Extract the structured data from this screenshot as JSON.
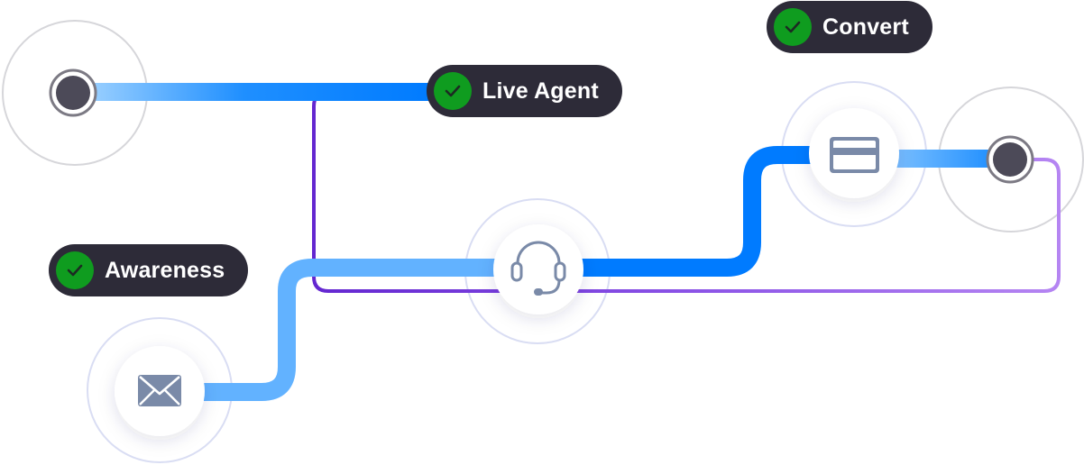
{
  "colors": {
    "background": "#ffffff",
    "badge_background": "#2d2b38",
    "badge_text": "#ffffff",
    "check_green": "#0f9c1f",
    "check_mark": "#1c2b22",
    "path_dark_blue": "#007bff",
    "path_light_blue": "#62b2ff",
    "path_purple": "#6b2bd6",
    "path_lavender": "#b07ff0",
    "endpoint_fill": "#4c4a58",
    "icon_color": "#7a8aa8",
    "ring_gray": "#d6d6da",
    "ring_lavender": "#d7dcf3"
  },
  "badges": [
    {
      "id": "live-agent",
      "label": "Live Agent",
      "icon": "check-icon"
    },
    {
      "id": "convert",
      "label": "Convert",
      "icon": "check-icon"
    },
    {
      "id": "awareness",
      "label": "Awareness",
      "icon": "check-icon"
    }
  ],
  "nodes": [
    {
      "id": "email",
      "icon": "envelope-icon"
    },
    {
      "id": "support",
      "icon": "headset-icon"
    },
    {
      "id": "payment",
      "icon": "credit-card-icon"
    },
    {
      "id": "start",
      "icon": "endpoint-dot"
    },
    {
      "id": "end",
      "icon": "endpoint-dot"
    }
  ]
}
